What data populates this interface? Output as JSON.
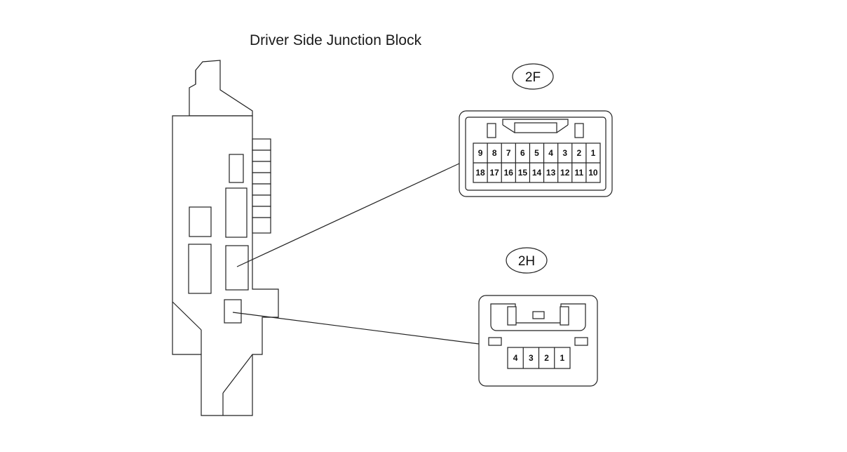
{
  "title": "Driver Side Junction Block",
  "connectors": [
    {
      "id": "2F",
      "label": "2F",
      "pins_top": [
        "9",
        "8",
        "7",
        "6",
        "5",
        "4",
        "3",
        "2",
        "1"
      ],
      "pins_bottom": [
        "18",
        "17",
        "16",
        "15",
        "14",
        "13",
        "12",
        "11",
        "10"
      ]
    },
    {
      "id": "2H",
      "label": "2H",
      "pins": [
        "4",
        "3",
        "2",
        "1"
      ]
    }
  ]
}
